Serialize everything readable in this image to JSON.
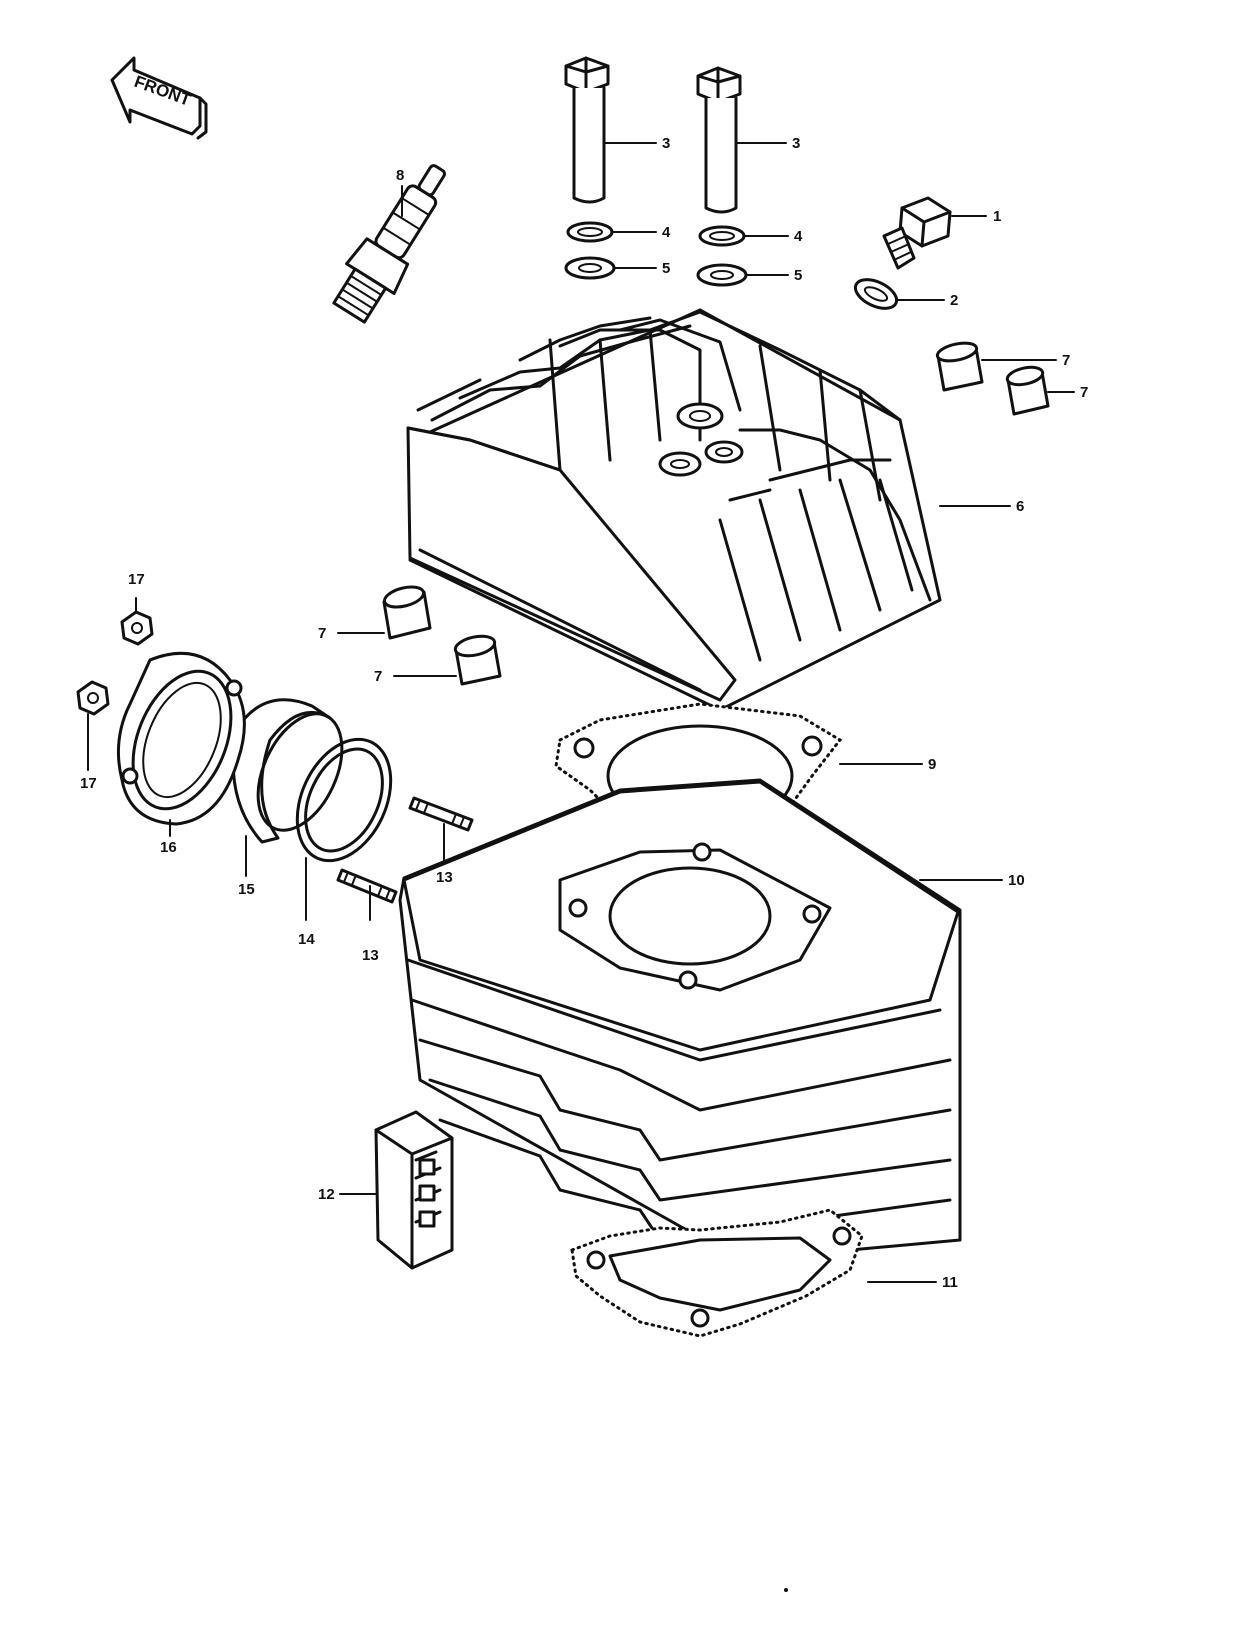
{
  "arrow": {
    "label": "FRONT"
  },
  "callouts": [
    {
      "id": "c1",
      "number": "1"
    },
    {
      "id": "c2",
      "number": "2"
    },
    {
      "id": "c3a",
      "number": "3"
    },
    {
      "id": "c3b",
      "number": "3"
    },
    {
      "id": "c4a",
      "number": "4"
    },
    {
      "id": "c4b",
      "number": "4"
    },
    {
      "id": "c5a",
      "number": "5"
    },
    {
      "id": "c5b",
      "number": "5"
    },
    {
      "id": "c6",
      "number": "6"
    },
    {
      "id": "c7a",
      "number": "7"
    },
    {
      "id": "c7b",
      "number": "7"
    },
    {
      "id": "c7c",
      "number": "7"
    },
    {
      "id": "c7d",
      "number": "7"
    },
    {
      "id": "c8",
      "number": "8"
    },
    {
      "id": "c9",
      "number": "9"
    },
    {
      "id": "c10",
      "number": "10"
    },
    {
      "id": "c11",
      "number": "11"
    },
    {
      "id": "c12",
      "number": "12"
    },
    {
      "id": "c13a",
      "number": "13"
    },
    {
      "id": "c13b",
      "number": "13"
    },
    {
      "id": "c14",
      "number": "14"
    },
    {
      "id": "c15",
      "number": "15"
    },
    {
      "id": "c16",
      "number": "16"
    },
    {
      "id": "c17a",
      "number": "17"
    },
    {
      "id": "c17b",
      "number": "17"
    }
  ]
}
